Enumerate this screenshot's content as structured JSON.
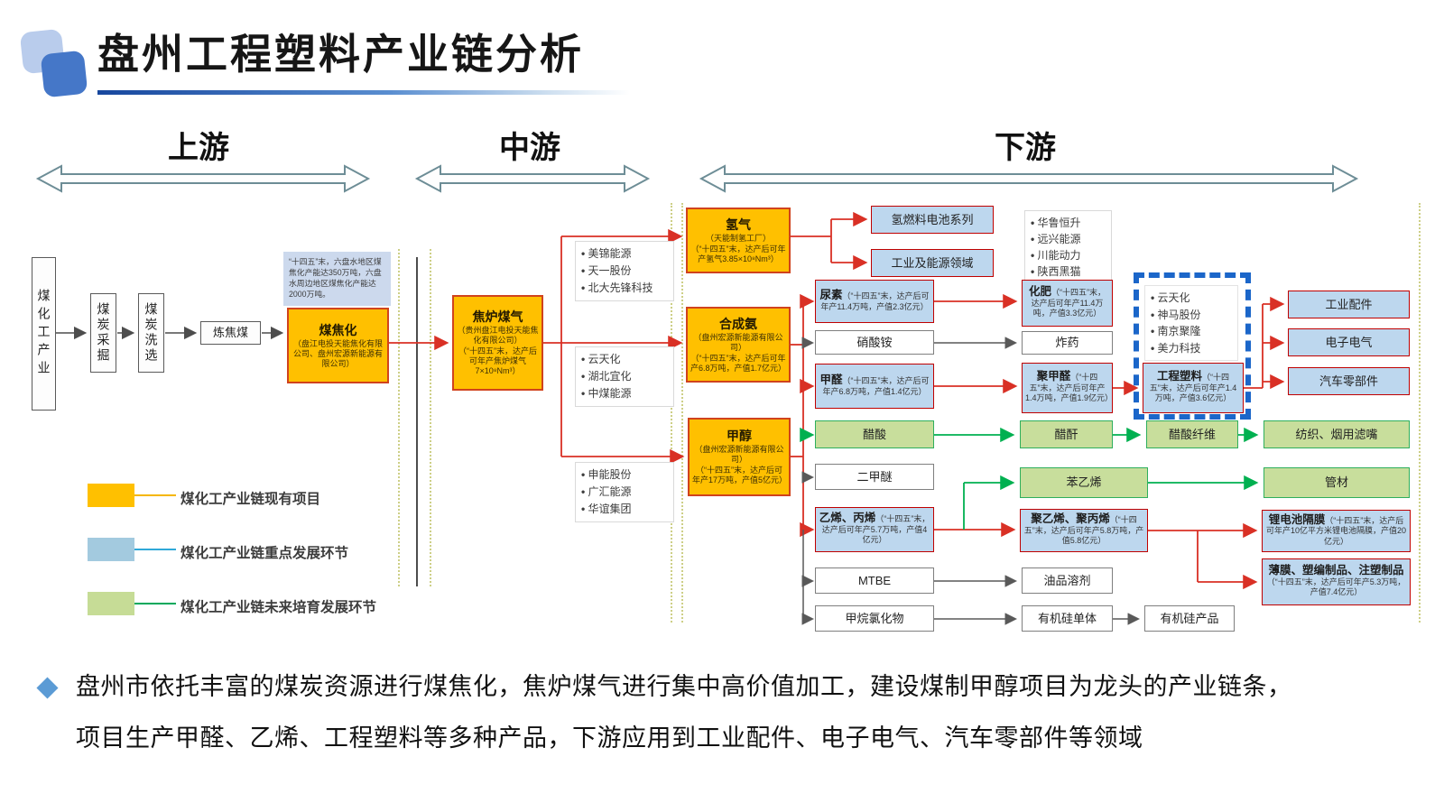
{
  "header": {
    "title": "盘州工程塑料产业链分析"
  },
  "sections": {
    "upstream": "上游",
    "midstream": "中游",
    "downstream": "下游"
  },
  "note": {
    "text": "“十四五”末，六盘水地区煤焦化产能达350万吨，六盘水周边地区煤焦化产能达2000万吨。"
  },
  "nodes": {
    "coal_industry": {
      "name": "煤化工产业"
    },
    "coal_mining": {
      "name": "煤炭采掘"
    },
    "coal_washing": {
      "name": "煤炭洗选"
    },
    "coking_coal": {
      "name": "炼焦煤"
    },
    "coal_coking": {
      "name": "煤焦化",
      "desc": "（盘江电投天能焦化有限公司、盘州宏源新能源有限公司）"
    },
    "coke_oven_gas": {
      "name": "焦炉煤气",
      "desc1": "（贵州盘江电投天能焦化有限公司）",
      "desc2": "（“十四五”末，达产后可年产焦炉煤气7×10⁸Nm³）"
    },
    "hydrogen": {
      "name": "氢气",
      "desc1": "（天能制氢工厂）",
      "desc2": "（“十四五”末，达产后可年产氢气3.85×10⁸Nm³）"
    },
    "ammonia": {
      "name": "合成氨",
      "desc1": "（盘州宏源新能源有限公司）",
      "desc2": "（“十四五”末，达产后可年产6.8万吨，产值1.7亿元）"
    },
    "methanol": {
      "name": "甲醇",
      "desc1": "（盘州宏源新能源有限公司）",
      "desc2": "（“十四五”末，达产后可年产17万吨，产值5亿元）"
    },
    "fuel_cell": {
      "name": "氢燃料电池系列"
    },
    "industry_energy": {
      "name": "工业及能源领域"
    },
    "urea": {
      "name": "尿素",
      "desc": "（“十四五”末，达产后可年产11.4万吨，产值2.3亿元）"
    },
    "ammonium_nitrate": {
      "name": "硝酸铵"
    },
    "formaldehyde": {
      "name": "甲醛",
      "desc": "（“十四五”末，达产后可年产6.8万吨，产值1.4亿元）"
    },
    "acetic_acid": {
      "name": "醋酸"
    },
    "dme": {
      "name": "二甲醚"
    },
    "olefins": {
      "name": "乙烯、丙烯",
      "desc": "（“十四五”末，达产后可年产5.7万吨，产值4亿元）"
    },
    "mtbe": {
      "name": "MTBE"
    },
    "chloromethanes": {
      "name": "甲烷氯化物"
    },
    "fertilizer": {
      "name": "化肥",
      "desc": "（“十四五”末，达产后可年产11.4万吨，产值3.3亿元）"
    },
    "explosives": {
      "name": "炸药"
    },
    "pom": {
      "name": "聚甲醛",
      "desc": "（“十四五”末，达产后可年产1.4万吨，产值1.9亿元）"
    },
    "acetic_anhydride": {
      "name": "醋酐"
    },
    "styrene": {
      "name": "苯乙烯"
    },
    "polyolefins": {
      "name": "聚乙烯、聚丙烯",
      "desc": "（“十四五”末，达产后可年产5.8万吨，产值5.8亿元）"
    },
    "oil_solvent": {
      "name": "油品溶剂"
    },
    "silicone_monomer": {
      "name": "有机硅单体"
    },
    "silicone_products": {
      "name": "有机硅产品"
    },
    "eng_plastics": {
      "name": "工程塑料",
      "desc": "（“十四五”末，达产后可年产1.4万吨，产值3.6亿元）"
    },
    "acetate_fiber": {
      "name": "醋酸纤维"
    },
    "textile_filter": {
      "name": "纺织、烟用滤嘴"
    },
    "pipes": {
      "name": "管材"
    },
    "industrial_parts": {
      "name": "工业配件"
    },
    "electronics": {
      "name": "电子电气"
    },
    "auto_parts": {
      "name": "汽车零部件"
    },
    "battery_separator": {
      "name": "锂电池隔膜",
      "desc": "（“十四五”末，达产后可年产10亿平方米锂电池隔膜，产值20亿元）"
    },
    "film_products": {
      "name": "薄膜、塑编制品、注塑制品",
      "desc": "（“十四五”末，达产后可年产5.3万吨，产值7.4亿元）"
    }
  },
  "lists": {
    "gas_companies": [
      "美锦能源",
      "天一股份",
      "北大先锋科技"
    ],
    "ammonia_companies": [
      "云天化",
      "湖北宜化",
      "中煤能源"
    ],
    "methanol_companies": [
      "申能股份",
      "广汇能源",
      "华谊集团"
    ],
    "fertilizer_companies": [
      "华鲁恒升",
      "远兴能源",
      "川能动力",
      "陕西黑猫"
    ],
    "plastics_companies": [
      "云天化",
      "神马股份",
      "南京聚隆",
      "美力科技"
    ]
  },
  "legend": [
    {
      "label": "煤化工产业链现有项目",
      "swatch": "#FFC000",
      "line": "#F5B700"
    },
    {
      "label": "煤化工产业链重点发展环节",
      "swatch": "#A3CADF",
      "line": "#2FA8D8"
    },
    {
      "label": "煤化工产业链未来培育发展环节",
      "swatch": "#C6DC96",
      "line": "#00A95C"
    }
  ],
  "colors": {
    "existing_project": "#FFC000",
    "key_development": "#BDD7EE",
    "future_development": "#C8DE9C",
    "red_link": "#D93025",
    "green_link": "#00B050",
    "gray_link": "#595959",
    "dashed_frame": "#1B66C9"
  },
  "summary": {
    "line1": "盘州市依托丰富的煤炭资源进行煤焦化，焦炉煤气进行集中高价值加工，建设煤制甲醇项目为龙头的产业链条，",
    "line2": "项目生产甲醛、乙烯、工程塑料等多种产品，下游应用到工业配件、电子电气、汽车零部件等领域"
  }
}
